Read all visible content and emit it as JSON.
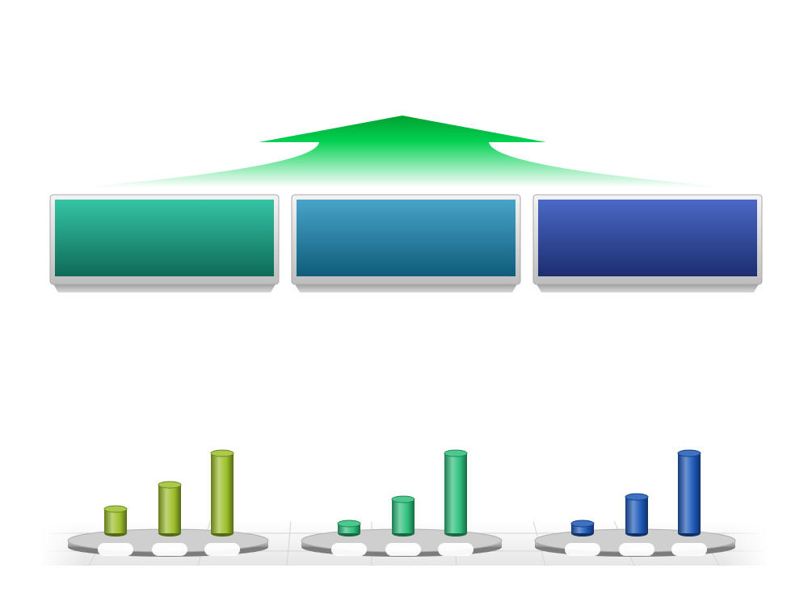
{
  "diagram": {
    "arrow": {
      "direction": "up",
      "color": "#00c040"
    },
    "panels": [
      {
        "name": "panel-1",
        "label": "",
        "gradient_top": "#35c4a4",
        "gradient_bottom": "#0e6a58"
      },
      {
        "name": "panel-2",
        "label": "",
        "gradient_top": "#47a4c8",
        "gradient_bottom": "#105c7c"
      },
      {
        "name": "panel-3",
        "label": "",
        "gradient_top": "#4a68c6",
        "gradient_bottom": "#1d2e70"
      }
    ],
    "chart_groups": [
      {
        "name": "group-1",
        "color": "#9cbf2a",
        "values": [
          1,
          2,
          3.3
        ]
      },
      {
        "name": "group-2",
        "color": "#2ebf7c",
        "values": [
          0.4,
          1.4,
          3.3
        ]
      },
      {
        "name": "group-3",
        "color": "#1d59b8",
        "values": [
          0.4,
          1.5,
          3.3
        ]
      }
    ],
    "bar_labels": [
      "",
      "",
      "",
      "",
      "",
      "",
      "",
      "",
      ""
    ]
  },
  "chart_data": {
    "type": "bar",
    "series": [
      {
        "values": [
          1,
          2,
          3.3
        ]
      },
      {
        "values": [
          0.4,
          1.4,
          3.3
        ]
      },
      {
        "values": [
          0.4,
          1.5,
          3.3
        ]
      }
    ]
  }
}
